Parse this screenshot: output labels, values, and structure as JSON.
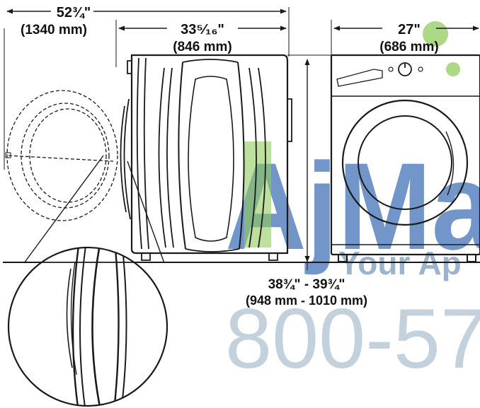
{
  "dimensions": {
    "door_open_depth": {
      "imperial": "52¾\"",
      "metric": "(1340 mm)"
    },
    "cabinet_depth": {
      "imperial": "33⁵⁄₁₆\"",
      "metric": "(846 mm)"
    },
    "width": {
      "imperial": "27\"",
      "metric": "(686 mm)"
    },
    "height": {
      "imperial": "38¾\" - 39¾\"",
      "metric": "(948 mm - 1010 mm)"
    }
  },
  "watermark": {
    "brand": "AjMa",
    "tagline": "Your Ap",
    "phone": "800-57"
  },
  "colors": {
    "line": "#1a1a1a",
    "watermark_green": "#7fc241",
    "watermark_blue": "#3c6fb4",
    "watermark_grey": "#9fb2c6"
  }
}
